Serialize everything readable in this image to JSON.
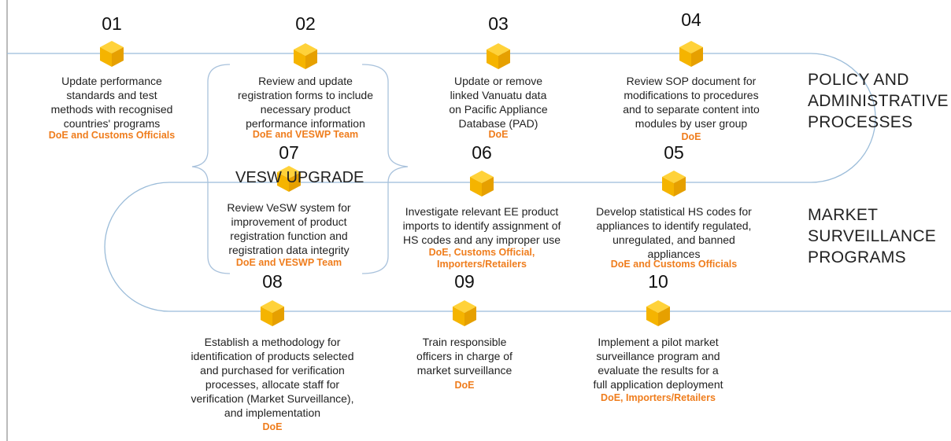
{
  "sections": {
    "policy": [
      "POLICY AND",
      "ADMINISTRATIVE",
      "PROCESSES"
    ],
    "market": [
      "MARKET",
      "SURVEILLANCE",
      "PROGRAMS"
    ]
  },
  "upgrade_label": "VESW UPGRADE",
  "steps": [
    {
      "num": "01",
      "desc": [
        "Update performance",
        "standards and test",
        "methods with recognised",
        "countries' programs"
      ],
      "owner": [
        "DoE and Customs Officials"
      ]
    },
    {
      "num": "02",
      "desc": [
        "Review and update",
        "registration forms to include",
        "necessary product",
        "performance information"
      ],
      "owner": [
        "DoE and VESWP Team"
      ]
    },
    {
      "num": "03",
      "desc": [
        "Update or remove",
        "linked Vanuatu data",
        "on Pacific Appliance",
        "Database (PAD)"
      ],
      "owner": [
        "DoE"
      ]
    },
    {
      "num": "04",
      "desc": [
        "Review SOP document for",
        "modifications to procedures",
        "and to separate content into",
        "modules by user group"
      ],
      "owner": [
        "DoE"
      ]
    },
    {
      "num": "05",
      "desc": [
        "Develop statistical HS codes for",
        "appliances to identify regulated,",
        "unregulated, and banned",
        "appliances"
      ],
      "owner": [
        "DoE and Customs Officials"
      ]
    },
    {
      "num": "06",
      "desc": [
        "Investigate relevant EE product",
        "imports to identify assignment of",
        "HS codes and any improper use"
      ],
      "owner": [
        "DoE, Customs Official,",
        "Importers/Retailers"
      ]
    },
    {
      "num": "07",
      "desc": [
        "Review VeSW system for",
        "improvement of product",
        "registration function and",
        "registration data integrity"
      ],
      "owner": [
        "DoE and VESWP Team"
      ]
    },
    {
      "num": "08",
      "desc": [
        "Establish a methodology for",
        "identification of products selected",
        "and purchased for verification",
        "processes, allocate staff for",
        "verification (Market Surveillance),",
        "and implementation"
      ],
      "owner": [
        "DoE"
      ]
    },
    {
      "num": "09",
      "desc": [
        "Train responsible",
        "officers in charge of",
        "market surveillance"
      ],
      "owner": [
        "DoE"
      ]
    },
    {
      "num": "10",
      "desc": [
        "Implement a pilot market",
        "surveillance program and",
        "evaluate the results for a",
        "full application deployment"
      ],
      "owner": [
        "DoE, Importers/Retailers"
      ]
    }
  ],
  "colors": {
    "cube_top": "#ffd23a",
    "cube_left": "#f5b400",
    "cube_right": "#e6a000",
    "path": "#9bbcd9",
    "owner": "#ef7d1d"
  }
}
